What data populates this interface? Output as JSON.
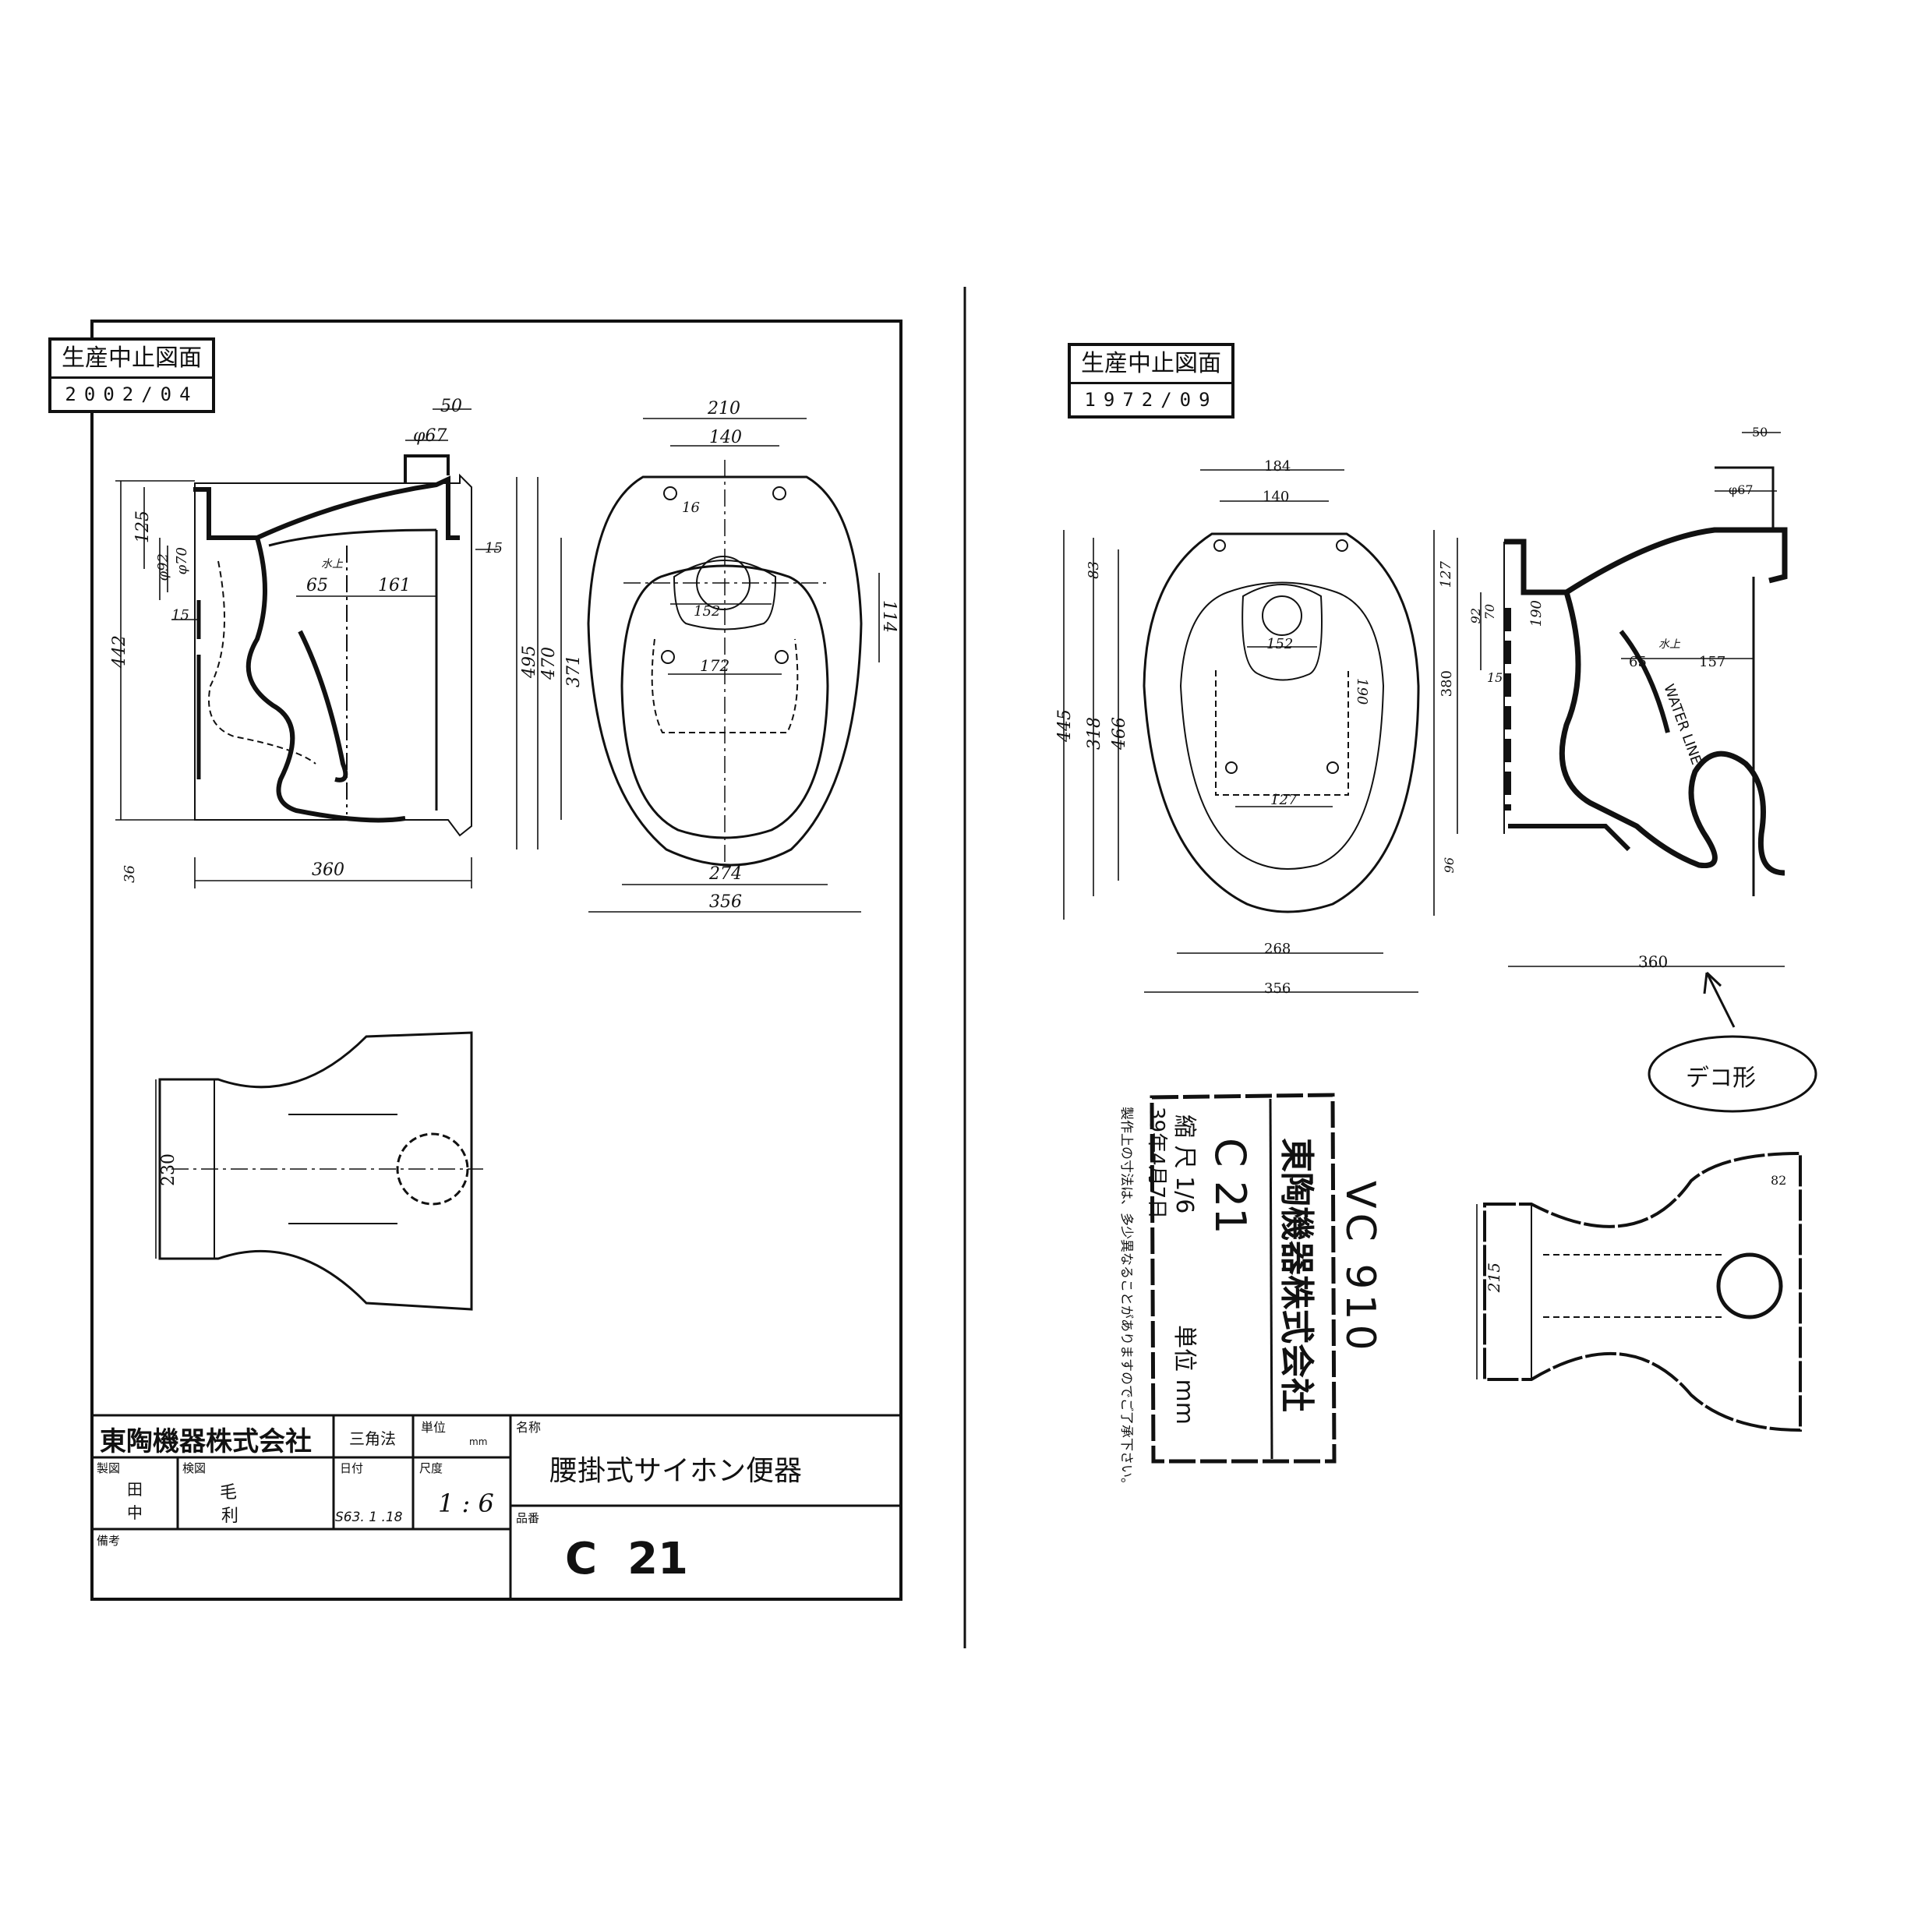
{
  "stamps": {
    "left": {
      "line1": "生産中止図面",
      "line2": "2002/04"
    },
    "right": {
      "line1": "生産中止図面",
      "line2": "1972/09"
    }
  },
  "title_block": {
    "company": "東陶機器株式会社",
    "projection": "三角法",
    "unit_label": "単位",
    "unit_value": "mm",
    "name_label": "名称",
    "name_value": "腰掛式サイホン便器",
    "drawn_label": "製図",
    "drawn_value_1": "田",
    "drawn_value_2": "中",
    "checked_label": "検図",
    "checked_value_1": "毛",
    "checked_value_2": "利",
    "date_label": "日付",
    "date_value": "S63. 1 .18",
    "scale_label": "尺度",
    "scale_value": "1 : 6",
    "part_no_label": "品番",
    "part_no_value": "C  21",
    "remarks_label": "備考"
  },
  "left_dims": {
    "d50": "50",
    "dphi67": "φ67",
    "d15a": "15",
    "d125": "125",
    "dphi70": "φ70",
    "dphi92": "φ92",
    "d15b": "15",
    "d65": "65",
    "d161": "161",
    "d442": "442",
    "d360": "360",
    "d36": "36",
    "d210": "210",
    "d140": "140",
    "d16": "16",
    "d152": "152",
    "d114": "114",
    "d495": "495",
    "d470": "470",
    "d371": "371",
    "d172": "172",
    "d274": "274",
    "d356": "356",
    "d230": "230",
    "water_label": "水上"
  },
  "right_dims": {
    "d184": "184",
    "d140": "140",
    "d83": "83",
    "d152": "152",
    "d445": "445",
    "d318": "318",
    "d466": "466",
    "d127": "127",
    "d190": "190",
    "d268": "268",
    "d356": "356",
    "d50": "50",
    "dphi67": "φ67",
    "d127b": "127",
    "d70": "70",
    "d92": "92",
    "d190b": "190",
    "d15": "15",
    "d65": "65",
    "d157": "157",
    "d380": "380",
    "d96": "96",
    "d360": "360",
    "d82": "82",
    "d215": "215",
    "water_label": "水上",
    "water_line": "WATER  LINE"
  },
  "callout": {
    "label": "デコ形"
  },
  "old_stamp": {
    "vc": "VC 910",
    "company": "東陶機器株式会社",
    "model": "C  21",
    "scale": "縮 尺  1/6",
    "unit": "単位 mm",
    "date": "39年4月7日",
    "note": "製作上の寸法は、多少異なることがありますのでご了承下さい。"
  }
}
